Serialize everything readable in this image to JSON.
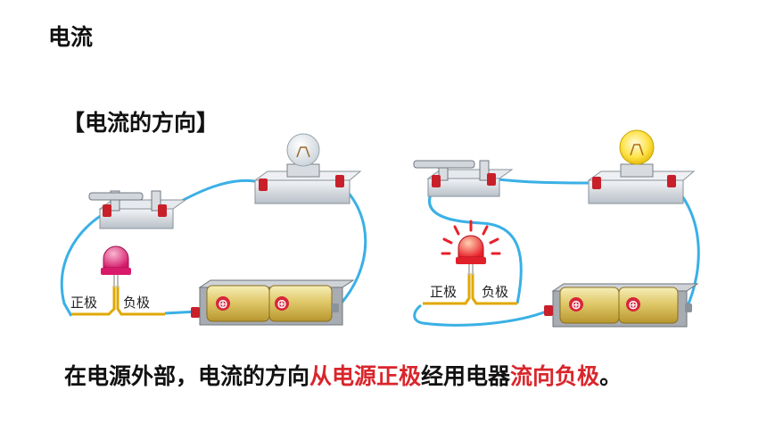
{
  "page_title": "电流",
  "section_heading": "【电流的方向】",
  "conclusion": {
    "part1": "在电源外部，电流的方向",
    "part2": "从电源正极",
    "part3": "经用电器",
    "part4": "流向负极",
    "part5": "。"
  },
  "circuits": [
    {
      "led_state": "off",
      "bulb_state": "off",
      "led_labels": {
        "positive": "正极",
        "negative": "负极"
      },
      "battery_symbols": [
        "⊕",
        "⊕"
      ]
    },
    {
      "led_state": "on",
      "bulb_state": "on",
      "led_labels": {
        "positive": "正极",
        "negative": "负极"
      },
      "battery_symbols": [
        "⊕",
        "⊕"
      ]
    }
  ],
  "colors": {
    "highlight": "#d9262c",
    "wire": "#3ab0e6",
    "led_lead": "#e0a800"
  }
}
